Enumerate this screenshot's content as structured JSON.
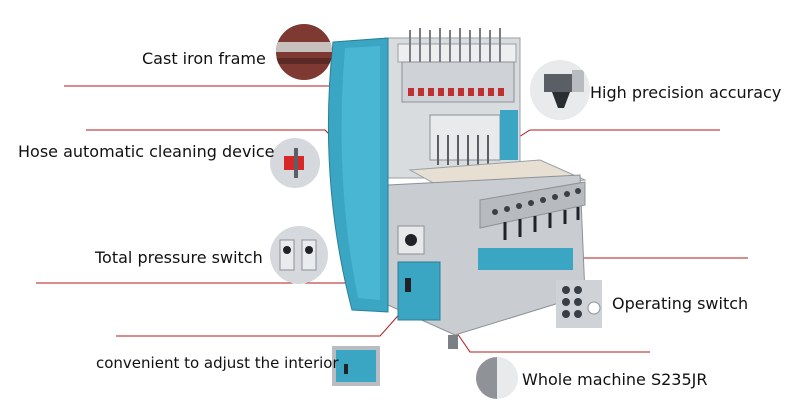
{
  "callouts": {
    "cast_iron_frame": "Cast iron frame",
    "high_precision": "High precision accuracy",
    "hose_cleaning": "Hose automatic cleaning device",
    "pressure_switch": "Total pressure switch",
    "operating_switch": "Operating switch",
    "interior": "convenient to adjust the interior",
    "whole_machine": "Whole machine S235JR"
  },
  "colors": {
    "leader_line": "#b01818",
    "machine_teal": "#3aa6c4",
    "machine_grey": "#c9ccd0",
    "accent_red": "#d62828"
  }
}
